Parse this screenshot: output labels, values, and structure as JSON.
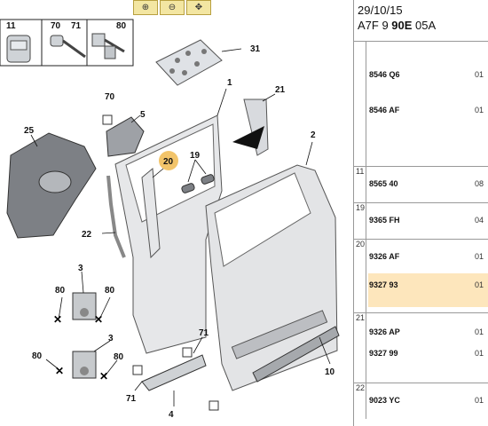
{
  "toolbar": {
    "zoom_in_icon": "zoom-in-icon",
    "zoom_out_icon": "zoom-out-icon",
    "zoom_pan_icon": "zoom-pan-icon"
  },
  "diagram": {
    "legend_codes": [
      "11",
      "70",
      "71",
      "80"
    ],
    "callouts": [
      "31",
      "1",
      "21",
      "70",
      "5",
      "25",
      "19",
      "20",
      "2",
      "22",
      "3",
      "80",
      "80",
      "3",
      "80",
      "80",
      "71",
      "71",
      "4",
      "10"
    ]
  },
  "header": {
    "date": "29/10/15",
    "code_prefix": "A7F 9 ",
    "code_bold": "90E",
    "code_suffix": " 05A"
  },
  "parts_table": {
    "groups": [
      {
        "index": "",
        "rows": [
          {
            "ref": "8546 Q6",
            "qty": "01"
          },
          {
            "ref": "8546 AF",
            "qty": "01"
          }
        ]
      },
      {
        "index": "11",
        "rows": [
          {
            "ref": "8565 40",
            "qty": "08"
          }
        ]
      },
      {
        "index": "19",
        "rows": [
          {
            "ref": "9365 FH",
            "qty": "04"
          }
        ]
      },
      {
        "index": "20",
        "rows": [
          {
            "ref": "9326 AF",
            "qty": "01"
          },
          {
            "ref": "9327 93",
            "qty": "01"
          }
        ]
      },
      {
        "index": "21",
        "rows": [
          {
            "ref": "9326 AP",
            "qty": "01"
          },
          {
            "ref": "9327 99",
            "qty": "01"
          }
        ]
      },
      {
        "index": "22",
        "rows": [
          {
            "ref": "9023 YC",
            "qty": "01"
          }
        ]
      }
    ]
  },
  "colors": {
    "highlight_row": "#fde6bc",
    "callout_highlight": "#f2c46a",
    "zoom_button": "#f3e6a2"
  }
}
